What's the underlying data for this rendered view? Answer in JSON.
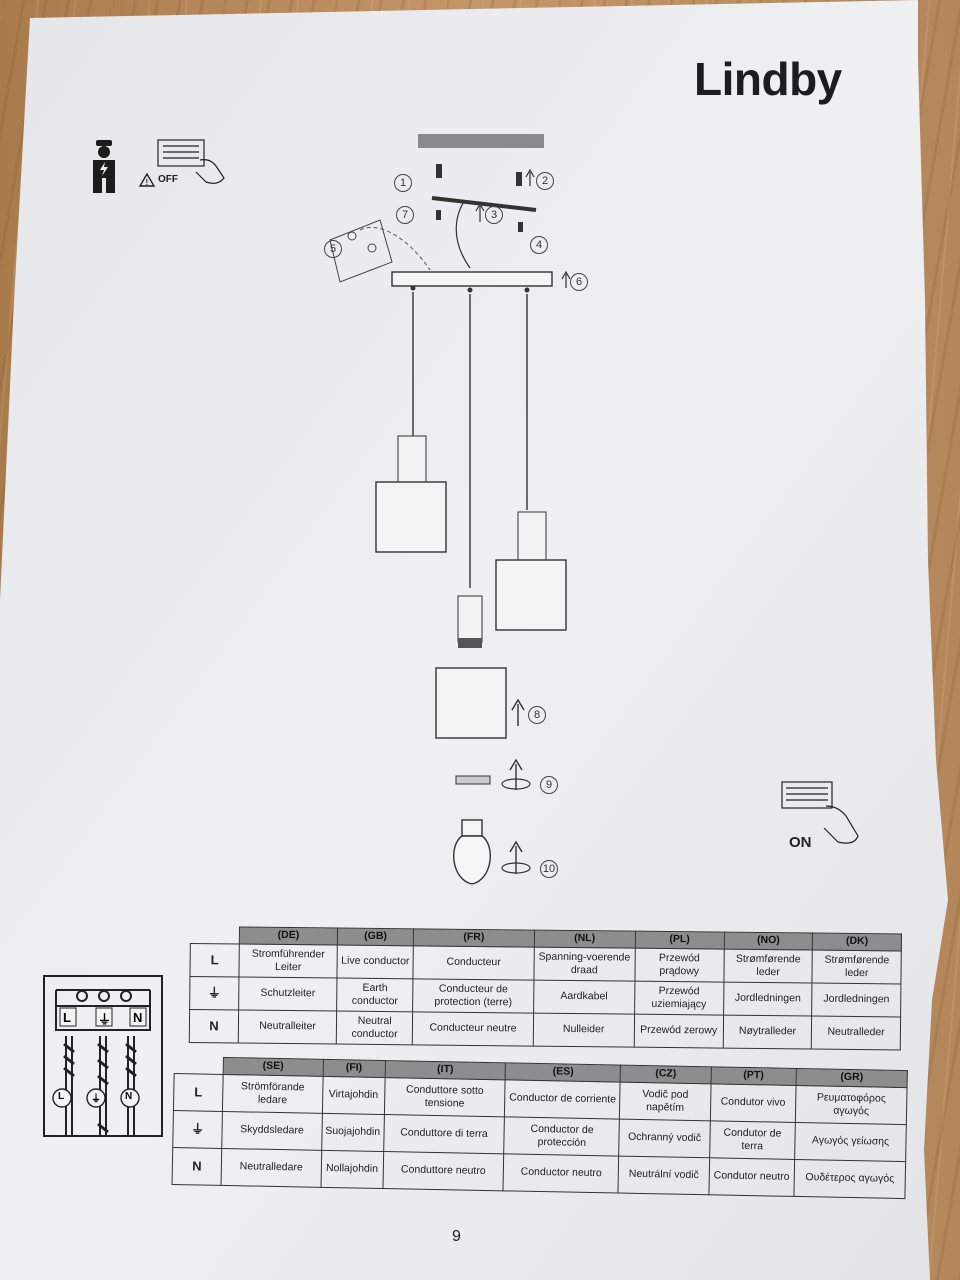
{
  "brand": "Lindby",
  "page_number": "9",
  "switch_off_label": "OFF",
  "switch_on_label": "ON",
  "step_numbers": [
    "1",
    "2",
    "3",
    "4",
    "5",
    "6",
    "7",
    "8",
    "9",
    "10"
  ],
  "terminal_labels": {
    "live": "L",
    "earth": "⏚",
    "neutral": "N"
  },
  "table_top": {
    "headers": [
      "(DE)",
      "(GB)",
      "(FR)",
      "(NL)",
      "(PL)",
      "(NO)",
      "(DK)"
    ],
    "rows": [
      {
        "label": "L",
        "cells": [
          "Stromführender Leiter",
          "Live conductor",
          "Conducteur",
          "Spanning-voerende draad",
          "Przewód prądowy",
          "Strømførende leder",
          "Strømførende leder"
        ]
      },
      {
        "label": "⏚",
        "cells": [
          "Schutzleiter",
          "Earth conductor",
          "Conducteur de protection (terre)",
          "Aardkabel",
          "Przewód uziemiający",
          "Jordledningen",
          "Jordledningen"
        ]
      },
      {
        "label": "N",
        "cells": [
          "Neutralleiter",
          "Neutral conductor",
          "Conducteur neutre",
          "Nulleider",
          "Przewód zerowy",
          "Nøytralleder",
          "Neutralleder"
        ]
      }
    ]
  },
  "table_bottom": {
    "headers": [
      "(SE)",
      "(FI)",
      "(IT)",
      "(ES)",
      "(CZ)",
      "(PT)",
      "(GR)"
    ],
    "rows": [
      {
        "label": "L",
        "cells": [
          "Strömförande ledare",
          "Virtajohdin",
          "Conduttore sotto tensione",
          "Conductor de corriente",
          "Vodič pod napětím",
          "Condutor vivo",
          "Ρευματοφόρος αγωγός"
        ]
      },
      {
        "label": "⏚",
        "cells": [
          "Skyddsledare",
          "Suojajohdin",
          "Conduttore di terra",
          "Conductor de protección",
          "Ochranný vodič",
          "Condutor de terra",
          "Αγωγός γείωσης"
        ]
      },
      {
        "label": "N",
        "cells": [
          "Neutralledare",
          "Nollajohdin",
          "Conduttore neutro",
          "Conductor neutro",
          "Neutrální vodič",
          "Condutor neutro",
          "Ουδέτερος αγωγός"
        ]
      }
    ]
  },
  "colors": {
    "paper": "#eceef0",
    "ink": "#2a2a2a",
    "table_header": "#8d8d8d",
    "wood": "#b98c5c"
  }
}
